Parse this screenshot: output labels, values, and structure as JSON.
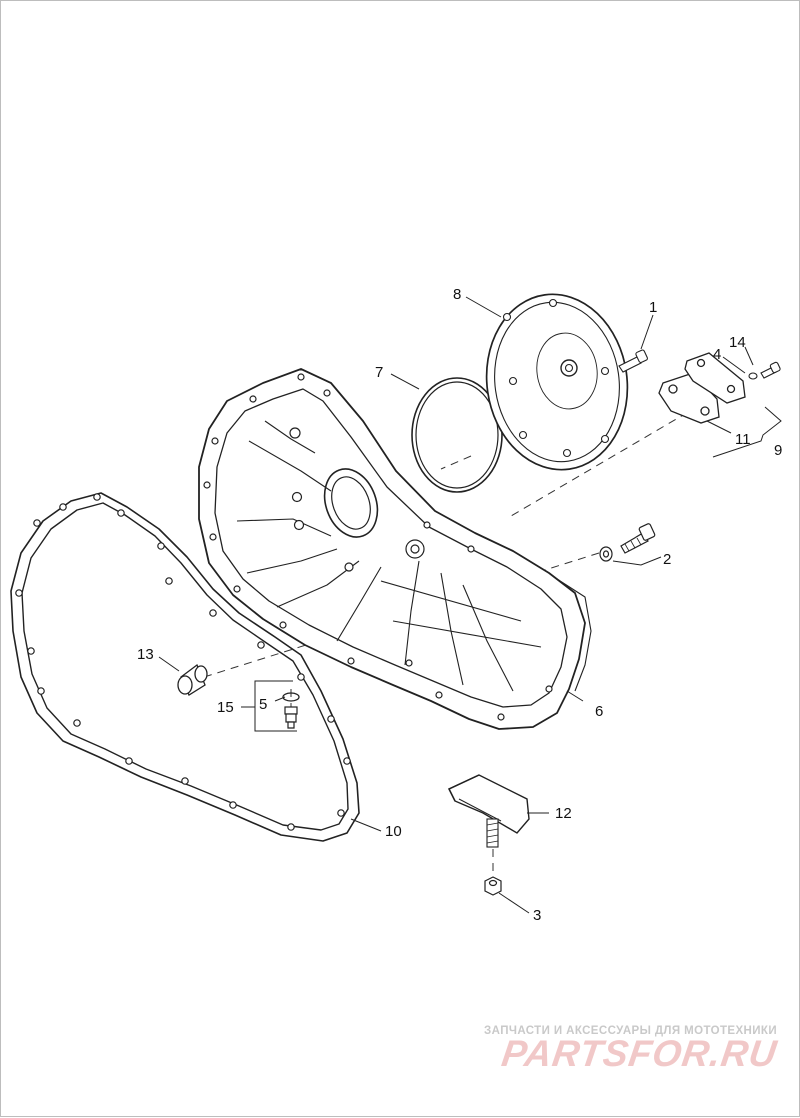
{
  "diagram": {
    "callouts": [
      {
        "id": "1",
        "label": "1"
      },
      {
        "id": "2",
        "label": "2"
      },
      {
        "id": "3",
        "label": "3"
      },
      {
        "id": "4",
        "label": "4"
      },
      {
        "id": "5",
        "label": "5"
      },
      {
        "id": "6",
        "label": "6"
      },
      {
        "id": "7",
        "label": "7"
      },
      {
        "id": "8",
        "label": "8"
      },
      {
        "id": "9",
        "label": "9"
      },
      {
        "id": "10",
        "label": "10"
      },
      {
        "id": "11",
        "label": "11"
      },
      {
        "id": "12",
        "label": "12"
      },
      {
        "id": "13",
        "label": "13"
      },
      {
        "id": "14",
        "label": "14"
      },
      {
        "id": "15",
        "label": "15"
      }
    ]
  },
  "watermark": {
    "line": "ЗАПЧАСТИ И АКСЕССУАРЫ ДЛЯ МОТОТЕХНИКИ",
    "logo": "PARTSFOR.RU",
    "color": "#e58a8a"
  }
}
